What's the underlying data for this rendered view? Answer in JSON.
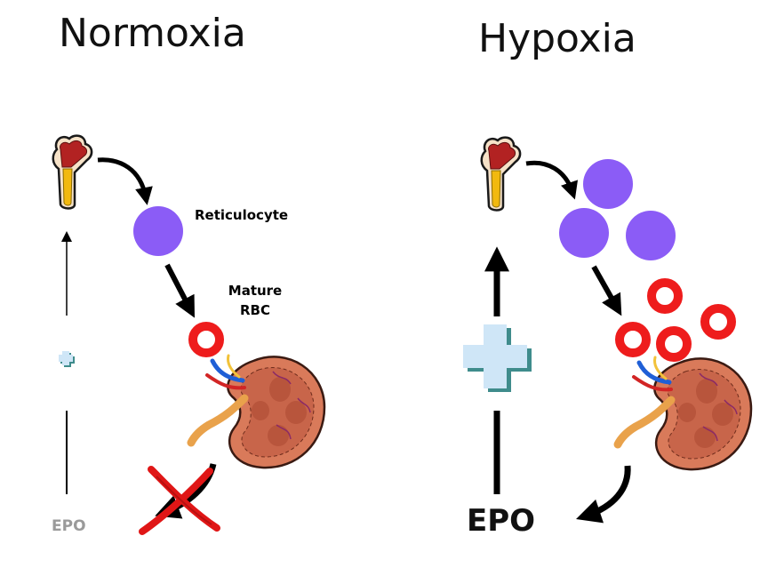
{
  "titles": {
    "left": "Normoxia",
    "right": "Hypoxia"
  },
  "labels": {
    "reticulocyte": "Reticulocyte",
    "mature_rbc_line1": "Mature",
    "mature_rbc_line2": "RBC"
  },
  "epo": {
    "left": "EPO",
    "right": "EPO"
  },
  "colors": {
    "reticulocyte": "#8B5CF6",
    "rbc": "#EE1C1C",
    "epo_left": "#9A9A9A",
    "epo_right": "#111111",
    "plus": "#CFE6F7",
    "plus_shadow": "#3F8C8C",
    "cross": "#E01616"
  }
}
